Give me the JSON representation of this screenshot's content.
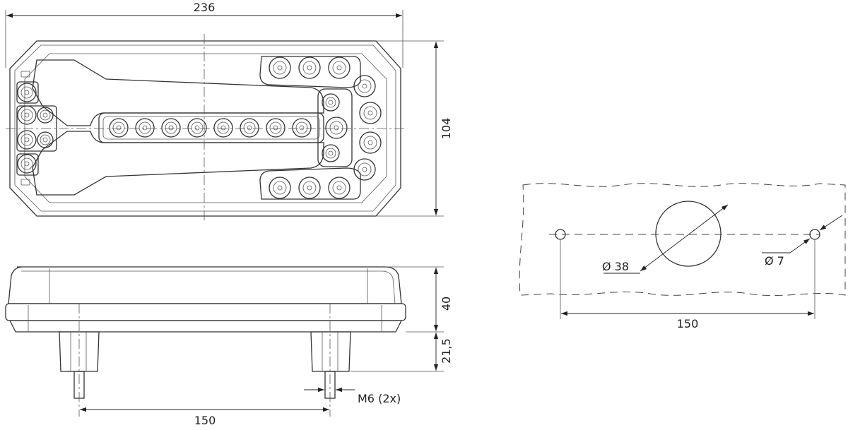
{
  "front_view": {
    "width_label": "236",
    "height_label": "104"
  },
  "side_view": {
    "depth_label": "40",
    "stud_length_label": "21,5",
    "stud_spacing_label": "150",
    "thread_label": "M6 (2x)"
  },
  "cutout": {
    "spacing_label": "150",
    "big_hole_label": "Ø 38",
    "small_hole_label": "Ø 7"
  }
}
